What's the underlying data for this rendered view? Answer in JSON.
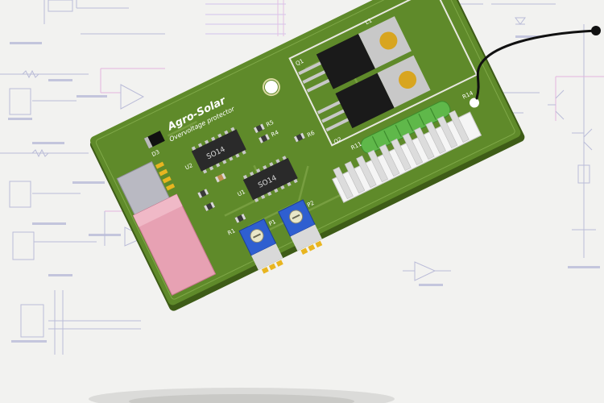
{
  "board": {
    "title": "Agro-Solar",
    "subtitle": "Overvoltage protector",
    "chip_label": "SO14",
    "refs": {
      "d3": "D3",
      "u2": "U2",
      "u1": "U1",
      "r5": "R5",
      "r4": "R4",
      "r6": "R6",
      "r1": "R1",
      "p1": "P1",
      "p2": "P2",
      "q1": "Q1",
      "q2": "Q2",
      "l1": "L1",
      "r11": "R11",
      "r14": "R14"
    }
  },
  "colors": {
    "background": "#f2f2f0",
    "pcb": "#5f8a2a",
    "pcb_edge": "#3e5c17",
    "connector_pink": "#e7a1b3",
    "trimmer_blue": "#2f5fd0",
    "gold": "#e8b520",
    "schematic": "#9a9cc8",
    "schematic_accent": "#e0a0c8"
  }
}
